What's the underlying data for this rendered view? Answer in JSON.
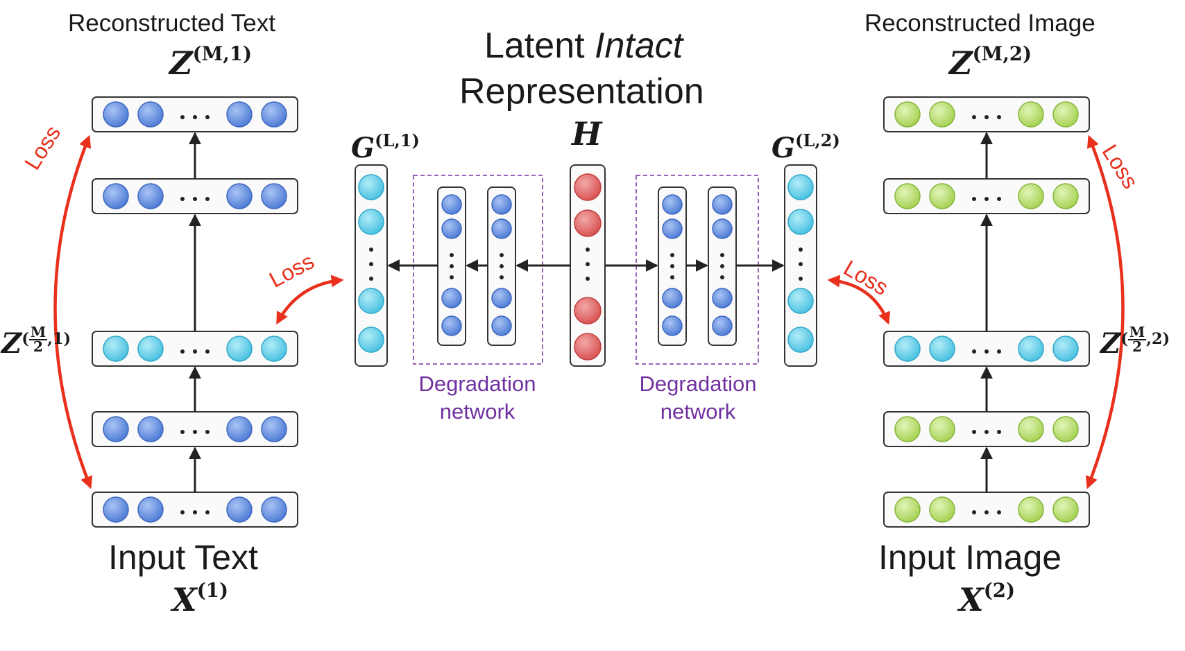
{
  "left": {
    "reconstructed_caption": "Reconstructed Text",
    "input_caption": "Input Text",
    "top_symbol": "Z",
    "top_sup": "(M,1)",
    "mid_symbol": "Z",
    "mid_sup_frac_num": "M",
    "mid_sup_frac_den": "2",
    "mid_sup_tail": ",1)",
    "input_symbol": "X",
    "input_sup": "(1)",
    "layer_colors": [
      "blue",
      "blue",
      "cyan",
      "blue",
      "blue"
    ]
  },
  "right": {
    "reconstructed_caption": "Reconstructed Image",
    "input_caption": "Input Image",
    "top_symbol": "Z",
    "top_sup": "(M,2)",
    "mid_symbol": "Z",
    "mid_sup_frac_num": "M",
    "mid_sup_frac_den": "2",
    "mid_sup_tail": ",2)",
    "input_symbol": "X",
    "input_sup": "(2)",
    "layer_colors": [
      "green",
      "green",
      "cyan",
      "green",
      "green"
    ]
  },
  "center": {
    "title_line1_plain": "Latent ",
    "title_line1_italic": "Intact",
    "title_line2": "Representation",
    "h_symbol": "H",
    "g_left_symbol": "G",
    "g_left_sup": "(L,1)",
    "g_right_symbol": "G",
    "g_right_sup": "(L,2)",
    "degradation_left": [
      "Degradation",
      "network"
    ],
    "degradation_right": [
      "Degradation",
      "network"
    ]
  },
  "loss_labels": {
    "left_outer": "Loss",
    "left_inner": "Loss",
    "right_inner": "Loss",
    "right_outer": "Loss"
  },
  "colors": {
    "blue": "#5b87de",
    "cyan": "#5fcbe6",
    "green": "#b6dc6c",
    "red": "#e06060",
    "loss": "#e8301c",
    "degradation": "#7030a0",
    "arrow": "#222222"
  }
}
